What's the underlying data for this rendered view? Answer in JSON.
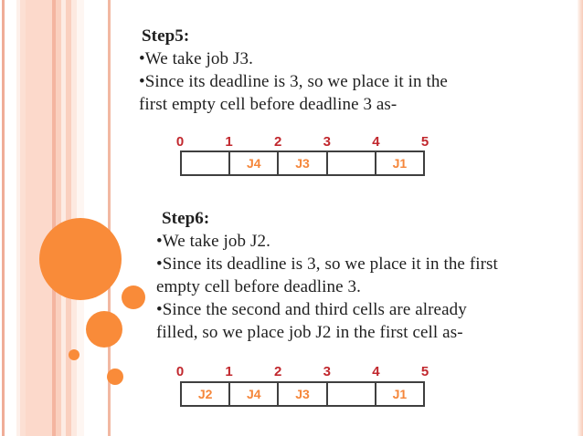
{
  "colors": {
    "accent_orange": "#F98B39",
    "tick_red": "#C1272D",
    "job_label_orange": "#F5863A",
    "stripe_pink": "#FCD9CB"
  },
  "step5": {
    "heading": "Step5:",
    "lines": [
      "•We take job J3.",
      "•Since its deadline is 3, so we place it in the",
      "first empty cell before deadline 3 as-"
    ]
  },
  "timeline1": {
    "ticks": [
      "0",
      "1",
      "2",
      "3",
      "4",
      "5"
    ],
    "cells": [
      "",
      "J4",
      "J3",
      "",
      "J1"
    ]
  },
  "step6": {
    "heading": "Step6:",
    "lines": [
      "•We take job J2.",
      "•Since its deadline is 3, so we place it in the first",
      "empty cell before deadline 3.",
      "•Since the second and third cells are already",
      "filled, so we place job J2 in the first cell as-"
    ]
  },
  "timeline2": {
    "ticks": [
      "0",
      "1",
      "2",
      "3",
      "4",
      "5"
    ],
    "cells": [
      "J2",
      "J4",
      "J3",
      "",
      "J1"
    ]
  }
}
